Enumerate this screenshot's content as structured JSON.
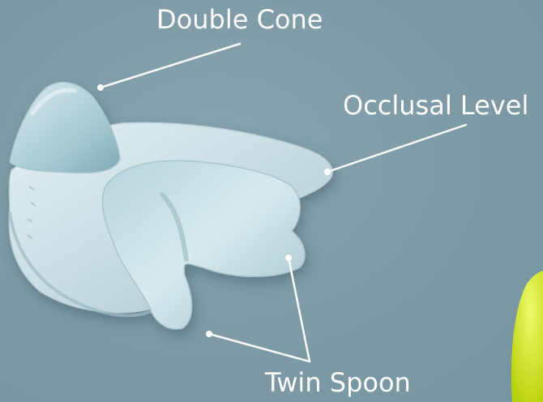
{
  "labels": {
    "double_cone": "Double Cone",
    "occlusal_level": "Occlusal Level",
    "twin_spoon": "Twin Spoon"
  },
  "colors": {
    "background": "#7f9ca8",
    "device": "#cfe2e8",
    "accent_yellow": "#d9f20a"
  }
}
